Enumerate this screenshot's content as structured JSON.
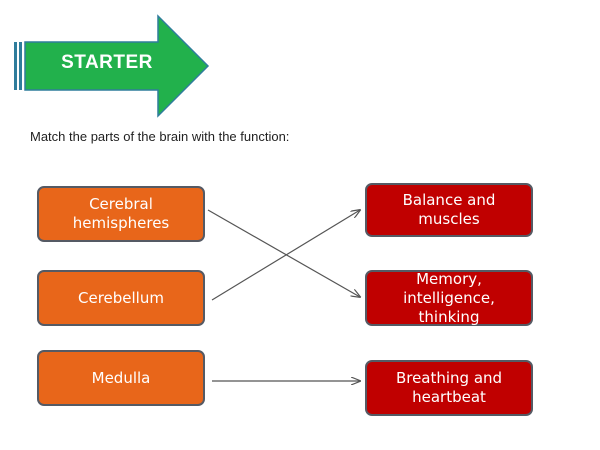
{
  "banner": {
    "label": "STARTER",
    "colors": {
      "arrow": "#22b14c",
      "stripe": "#2f7d9c"
    }
  },
  "instruction": "Match the parts of the brain with the function:",
  "parts": [
    {
      "label": "Cerebral hemispheres"
    },
    {
      "label": "Cerebellum"
    },
    {
      "label": "Medulla"
    }
  ],
  "functions": [
    {
      "label": "Balance and muscles"
    },
    {
      "label": "Memory, intelligence, thinking"
    },
    {
      "label": "Breathing and heartbeat"
    }
  ],
  "matches": [
    {
      "part": "Cerebral hemispheres",
      "function": "Memory, intelligence, thinking"
    },
    {
      "part": "Cerebellum",
      "function": "Balance and muscles"
    },
    {
      "part": "Medulla",
      "function": "Breathing and heartbeat"
    }
  ],
  "colors": {
    "part_box": "#e8661a",
    "function_box": "#c00000",
    "box_border": "#555a64",
    "connector": "#555555"
  }
}
